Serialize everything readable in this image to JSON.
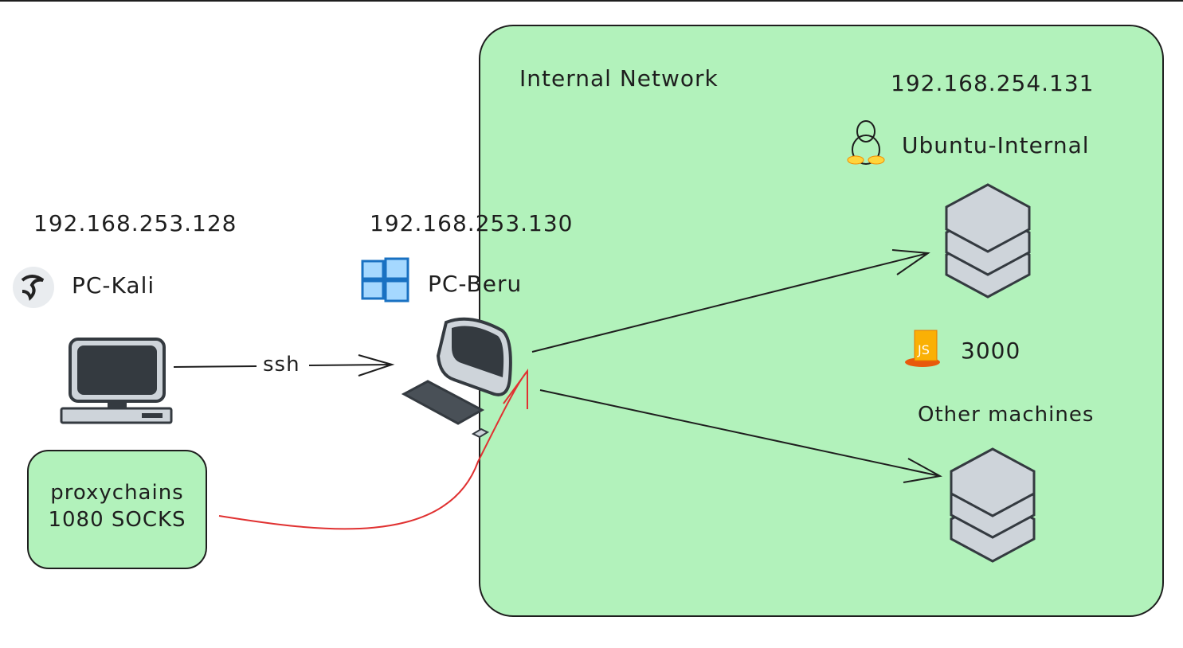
{
  "diagram": {
    "internal_network_label": "Internal Network",
    "kali": {
      "ip": "192.168.253.128",
      "name": "PC-Kali",
      "icon": "kali-dragon-icon"
    },
    "beru": {
      "ip": "192.168.253.130",
      "name": "PC-Beru",
      "icon": "windows-logo-icon"
    },
    "ubuntu": {
      "ip": "192.168.254.131",
      "name": "Ubuntu-Internal",
      "icon": "linux-tux-icon"
    },
    "node_port": {
      "label": "3000",
      "icon": "nodejs-icon"
    },
    "other_machines_label": "Other machines",
    "ssh_label": "ssh",
    "proxychains": {
      "line1": "proxychains",
      "line2": "1080 SOCKS"
    },
    "colors": {
      "network_fill": "#b2f2bb",
      "stroke": "#1e1e1e",
      "proxy_arrow": "#e03131",
      "windows": "#1971c2",
      "device": "#343a40",
      "device_light": "#ced4da"
    }
  }
}
